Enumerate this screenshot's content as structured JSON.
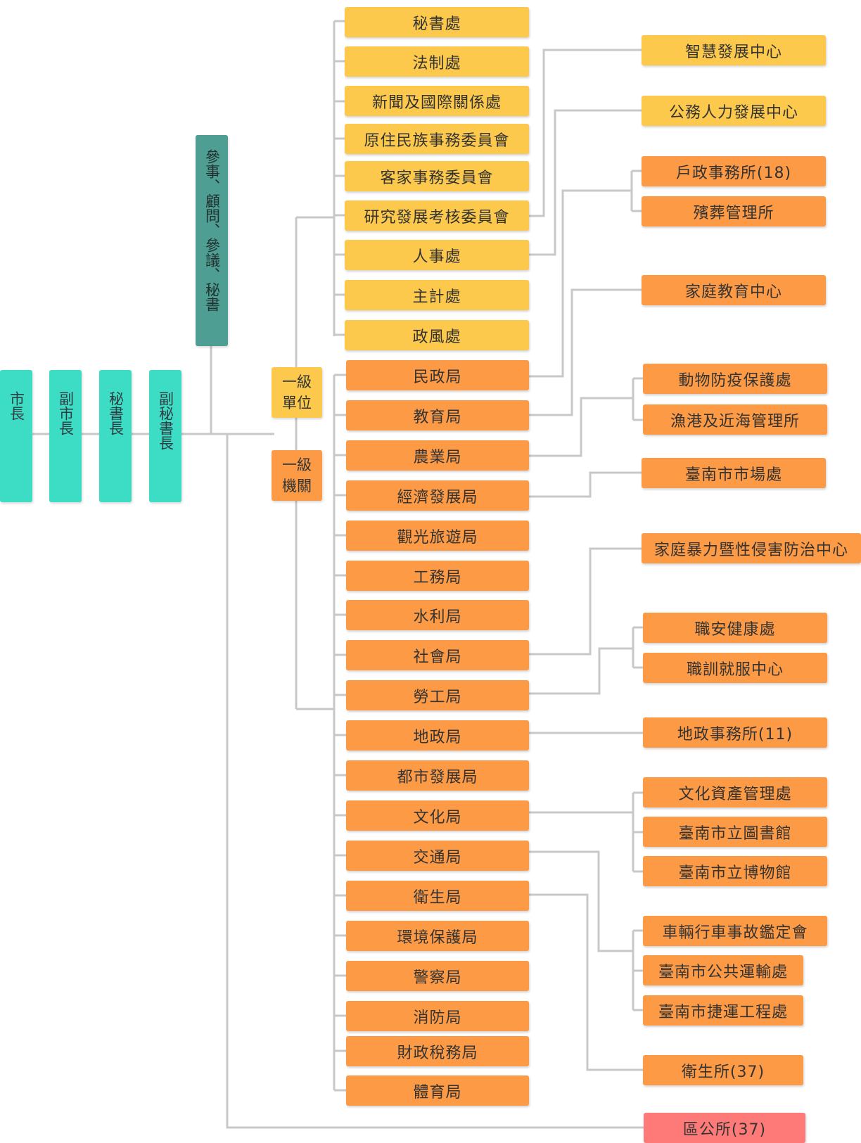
{
  "leaders": [
    "市長",
    "副市長",
    "秘書長",
    "副秘書長"
  ],
  "advisors": "參事、顧問、參議、秘書",
  "first_level_unit_label": "一級單位",
  "first_level_agency_label": "一級機關",
  "units": [
    "秘書處",
    "法制處",
    "新聞及國際關係處",
    "原住民族事務委員會",
    "客家事務委員會",
    "研究發展考核委員會",
    "人事處",
    "主計處",
    "政風處"
  ],
  "agencies": [
    "民政局",
    "教育局",
    "農業局",
    "經濟發展局",
    "觀光旅遊局",
    "工務局",
    "水利局",
    "社會局",
    "勞工局",
    "地政局",
    "都市發展局",
    "文化局",
    "交通局",
    "衛生局",
    "環境保護局",
    "警察局",
    "消防局",
    "財政稅務局",
    "體育局"
  ],
  "subordinates": {
    "smart_dev_center": "智慧發展中心",
    "civil_service_center": "公務人力發展中心",
    "household_registration": "戶政事務所(18)",
    "funeral_management": "殯葬管理所",
    "family_education": "家庭教育中心",
    "animal_health": "動物防疫保護處",
    "fishing_port": "漁港及近海管理所",
    "market_office": "臺南市市場處",
    "domestic_violence": "家庭暴力暨性侵害防治中心",
    "occupational_safety": "職安健康處",
    "vocational_training": "職訓就服中心",
    "land_offices": "地政事務所(11)",
    "cultural_assets": "文化資產管理處",
    "library": "臺南市立圖書館",
    "museum": "臺南市立博物館",
    "accident_appraisal": "車輛行車事故鑑定會",
    "public_transport": "臺南市公共運輸處",
    "mrt_engineering": "臺南市捷運工程處",
    "health_stations": "衛生所(37)",
    "district_offices": "區公所(37)"
  },
  "colors": {
    "leader": "#3ddcc5",
    "advisor": "#4e9e93",
    "unit": "#fcc94c",
    "agency": "#fc9a45",
    "district": "#fd7a79",
    "connector": "#c8c8c8"
  }
}
